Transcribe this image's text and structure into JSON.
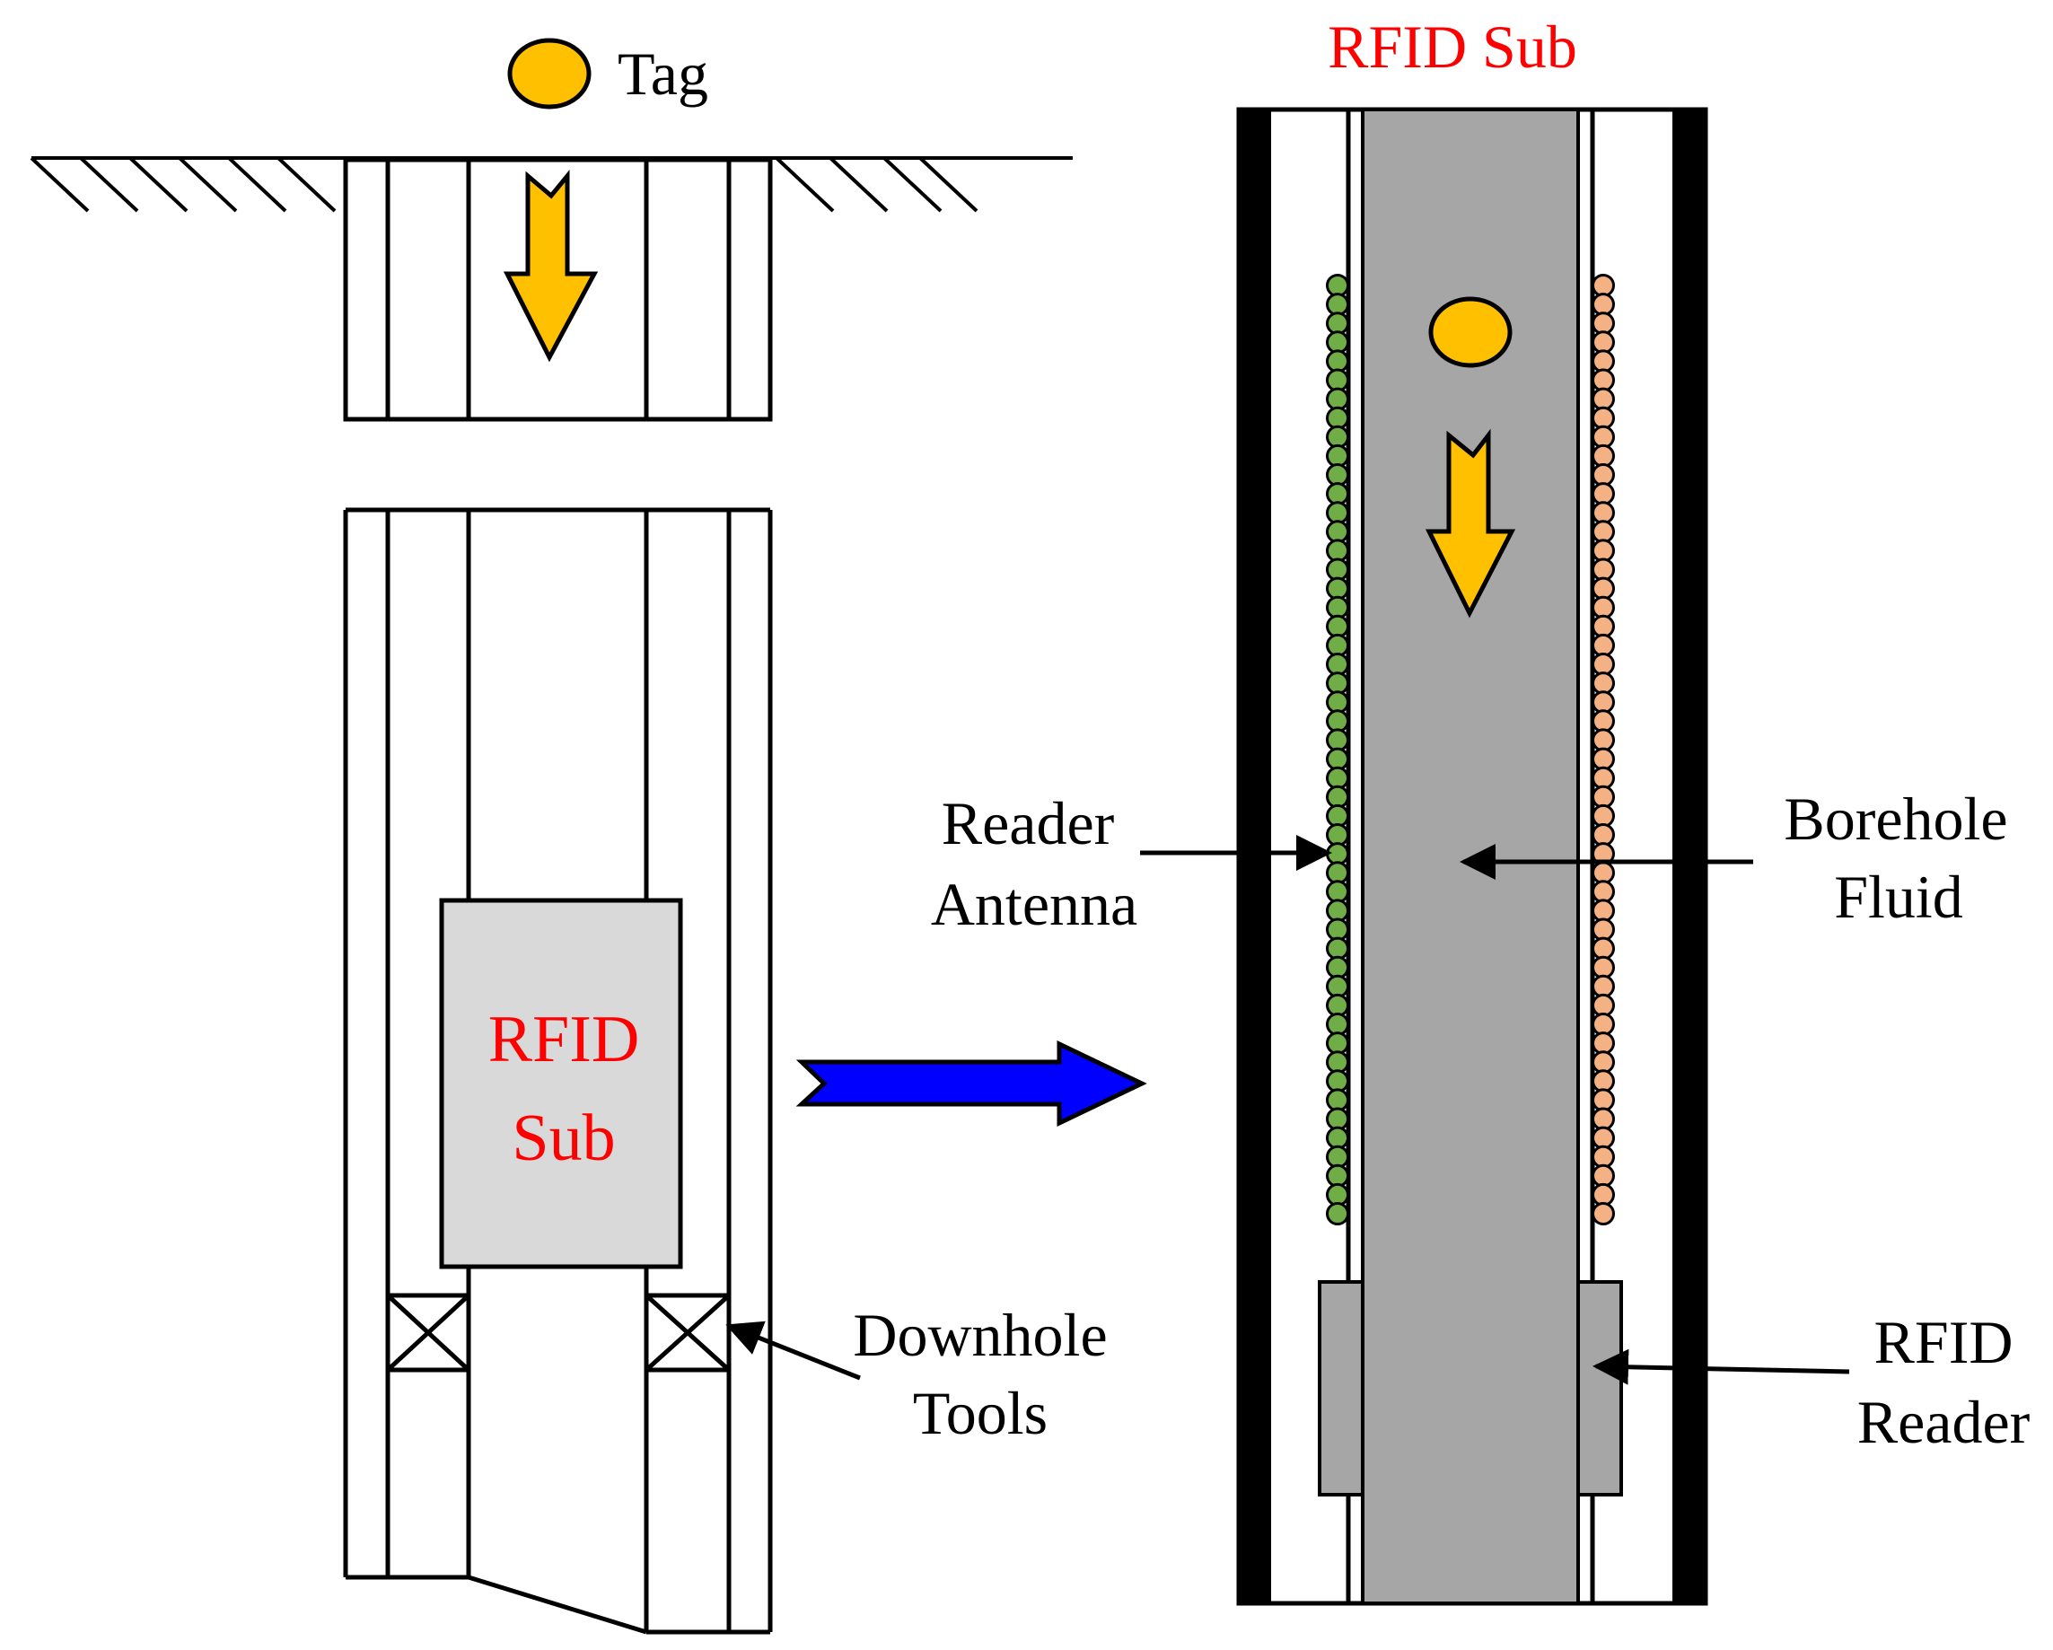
{
  "labels": {
    "tag": "Tag",
    "rfid_sub_title": "RFID Sub",
    "rfid_sub_box_line1": "RFID",
    "rfid_sub_box_line2": "Sub",
    "reader_antenna_line1": "Reader",
    "reader_antenna_line2": "Antenna",
    "borehole_fluid_line1": "Borehole",
    "borehole_fluid_line2": "Fluid",
    "downhole_tools_line1": "Downhole",
    "downhole_tools_line2": "Tools",
    "rfid_reader_line1": "RFID",
    "rfid_reader_line2": "Reader"
  },
  "colors": {
    "tag_fill": "#ffc000",
    "down_arrow_fill": "#ffc000",
    "rfid_sub_box_fill": "#d9d9d9",
    "borehole_fill": "#a6a6a6",
    "antenna_green": "#70ad47",
    "antenna_orange": "#f4b183",
    "transition_arrow": "#0000ff",
    "label_red": "#ff0000",
    "line_black": "#000000"
  },
  "antenna": {
    "left_coil_count": 50,
    "right_coil_count": 50
  }
}
